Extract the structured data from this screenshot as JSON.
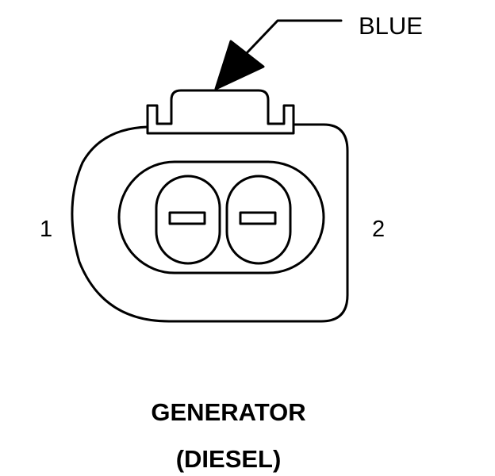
{
  "connector": {
    "wire_color_label": "BLUE",
    "pins": [
      {
        "label": "1"
      },
      {
        "label": "2"
      }
    ]
  },
  "title": {
    "line1": "GENERATOR",
    "line2": "(DIESEL)"
  }
}
